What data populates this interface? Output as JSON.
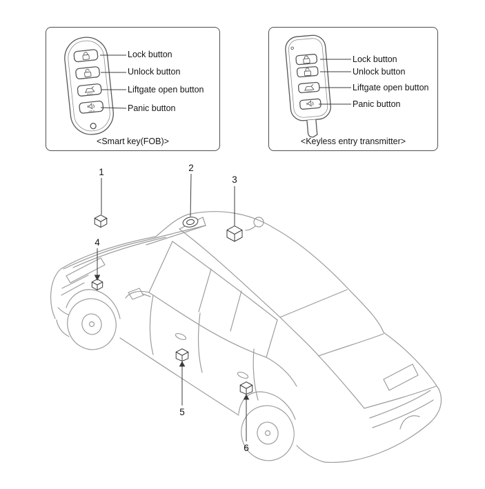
{
  "smart_key_panel": {
    "caption": "<Smart key(FOB)>",
    "labels": [
      "Lock button",
      "Unlock button",
      "Liftgate open button",
      "Panic button"
    ]
  },
  "keyless_panel": {
    "caption": "<Keyless entry transmitter>",
    "labels": [
      "Lock button",
      "Unlock button",
      "Liftgate open button",
      "Panic button"
    ]
  },
  "callouts": [
    "1",
    "2",
    "3",
    "4",
    "5",
    "6"
  ],
  "fob": {
    "hold_label": "HOLD"
  },
  "colors": {
    "panel_border": "#4d4d4d",
    "fob_line": "#555555",
    "car_line": "#9b9b9b",
    "callout_line": "#3a3a3a",
    "text": "#141414",
    "background": "#ffffff"
  }
}
